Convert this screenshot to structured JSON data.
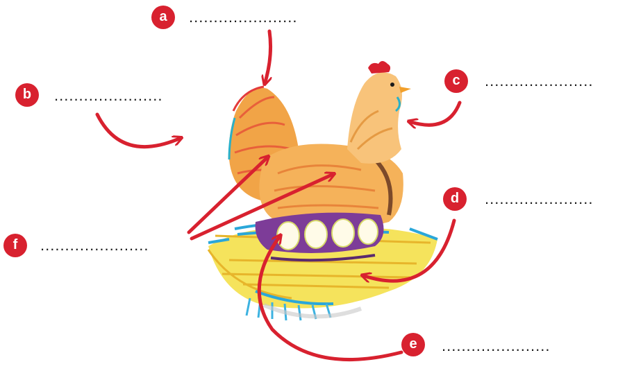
{
  "accent_color": "#d8212f",
  "labels": [
    {
      "letter": "a",
      "blank": "......................"
    },
    {
      "letter": "b",
      "blank": "......................"
    },
    {
      "letter": "c",
      "blank": "......................"
    },
    {
      "letter": "d",
      "blank": "......................"
    },
    {
      "letter": "e",
      "blank": "......................"
    },
    {
      "letter": "f",
      "blank": "......................"
    }
  ],
  "illustration": {
    "icon": "hen-on-nest-with-eggs-icon"
  }
}
